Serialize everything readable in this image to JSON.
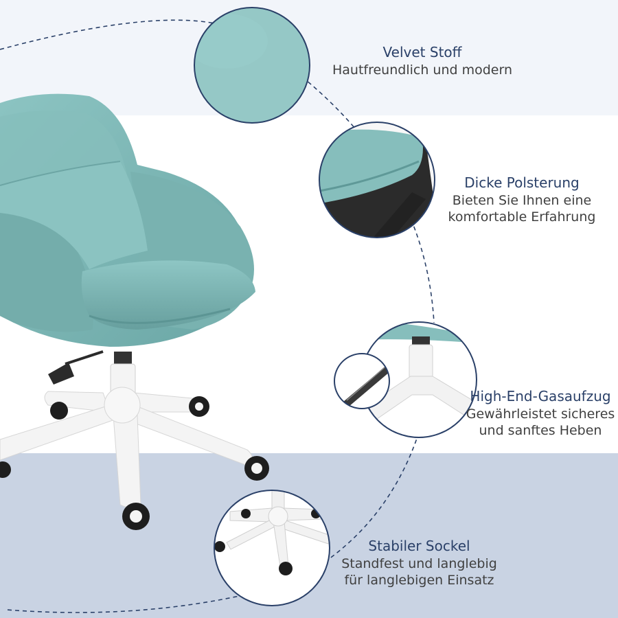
{
  "colors": {
    "velvet": "#7fb8b6",
    "velvet_dark": "#5f9c9b",
    "accent_navy": "#2a4068",
    "band_top": "#f2f5fa",
    "band_bottom": "#c9d3e3",
    "base_white": "#f4f4f4"
  },
  "features": [
    {
      "title": "Velvet Stoff",
      "lines": [
        "Hautfreundlich und modern"
      ]
    },
    {
      "title": "Dicke Polsterung",
      "lines": [
        "Bieten Sie Ihnen eine",
        "komfortable Erfahrung"
      ]
    },
    {
      "title": "High-End-Gasaufzug",
      "lines": [
        "Gewährleistet sicheres",
        "und sanftes Heben"
      ]
    },
    {
      "title": "Stabiler Sockel",
      "lines": [
        "Standfest und langlebig",
        "für langlebigen Einsatz"
      ]
    }
  ]
}
